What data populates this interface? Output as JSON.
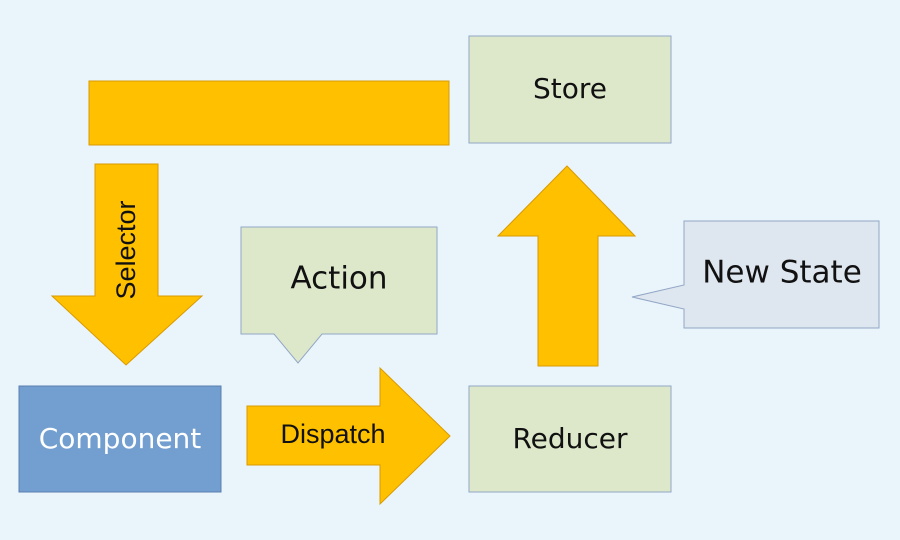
{
  "colors": {
    "background": "#eaf5fb",
    "arrow_fill": "#ffc000",
    "arrow_stroke": "#d99a00",
    "node_fill": "#dde8cb",
    "node_stroke": "#93a7c6",
    "component_fill": "#729fcf",
    "component_stroke": "#5a7fb0",
    "bubble_fill": "#dde8cb",
    "new_state_fill": "#dee6ef"
  },
  "nodes": {
    "store": "Store",
    "component": "Component",
    "reducer": "Reducer"
  },
  "arrows": {
    "selector": "Selector",
    "dispatch": "Dispatch"
  },
  "callouts": {
    "action": "Action",
    "new_state": "New State"
  }
}
